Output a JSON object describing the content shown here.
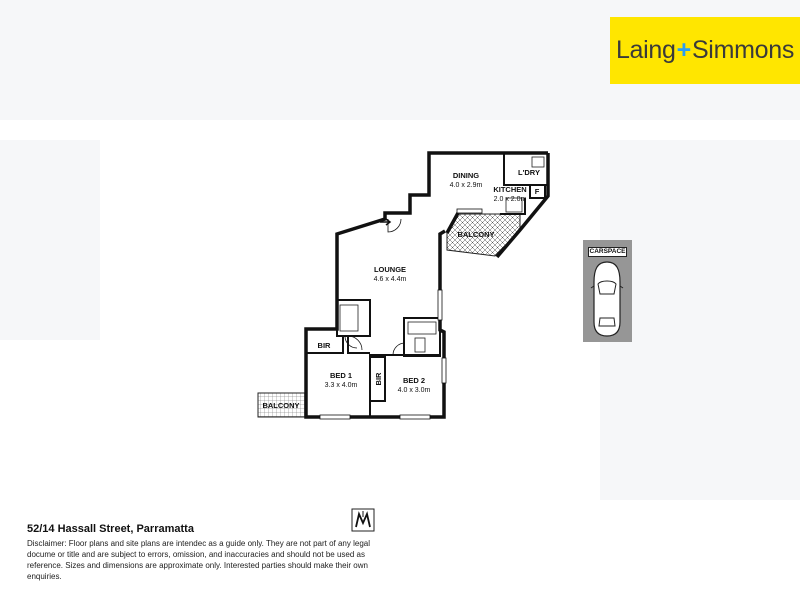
{
  "brand": {
    "name_part1": "Laing",
    "plus": "+",
    "name_part2": "Simmons",
    "colors": {
      "logo_bg": "#ffe600",
      "logo_text": "#3a3a3a",
      "plus": "#2a9df4"
    }
  },
  "floorplan": {
    "rooms": [
      {
        "label": "DINING",
        "dim": "4.0 x 2.9m"
      },
      {
        "label": "L'DRY",
        "dim": ""
      },
      {
        "label": "KITCHEN",
        "dim": "2.0 x 2.0m"
      },
      {
        "label": "F",
        "dim": ""
      },
      {
        "label": "LOUNGE",
        "dim": "4.6 x 4.4m"
      },
      {
        "label": "BED 1",
        "dim": "3.3 x 4.0m"
      },
      {
        "label": "BED 2",
        "dim": "4.0 x 3.0m"
      },
      {
        "label": "BIR",
        "dim": ""
      },
      {
        "label": "BIR",
        "dim": ""
      }
    ],
    "balconies": [
      "BALCONY",
      "BALCONY"
    ],
    "carspace": "CARSPACE",
    "icons": [
      "compass-icon",
      "car-icon"
    ]
  },
  "listing": {
    "address": "52/14 Hassall Street, Parramatta",
    "disclaimer": "Disclaimer: Floor plans and site plans are intendec  as a guide only. They are not part of any legal docume or title and are subject to errors, omission, and inaccuracies and should not be used as reference. Sizes and dimensions are approximate only. Interested parties should make their own enquiries."
  }
}
